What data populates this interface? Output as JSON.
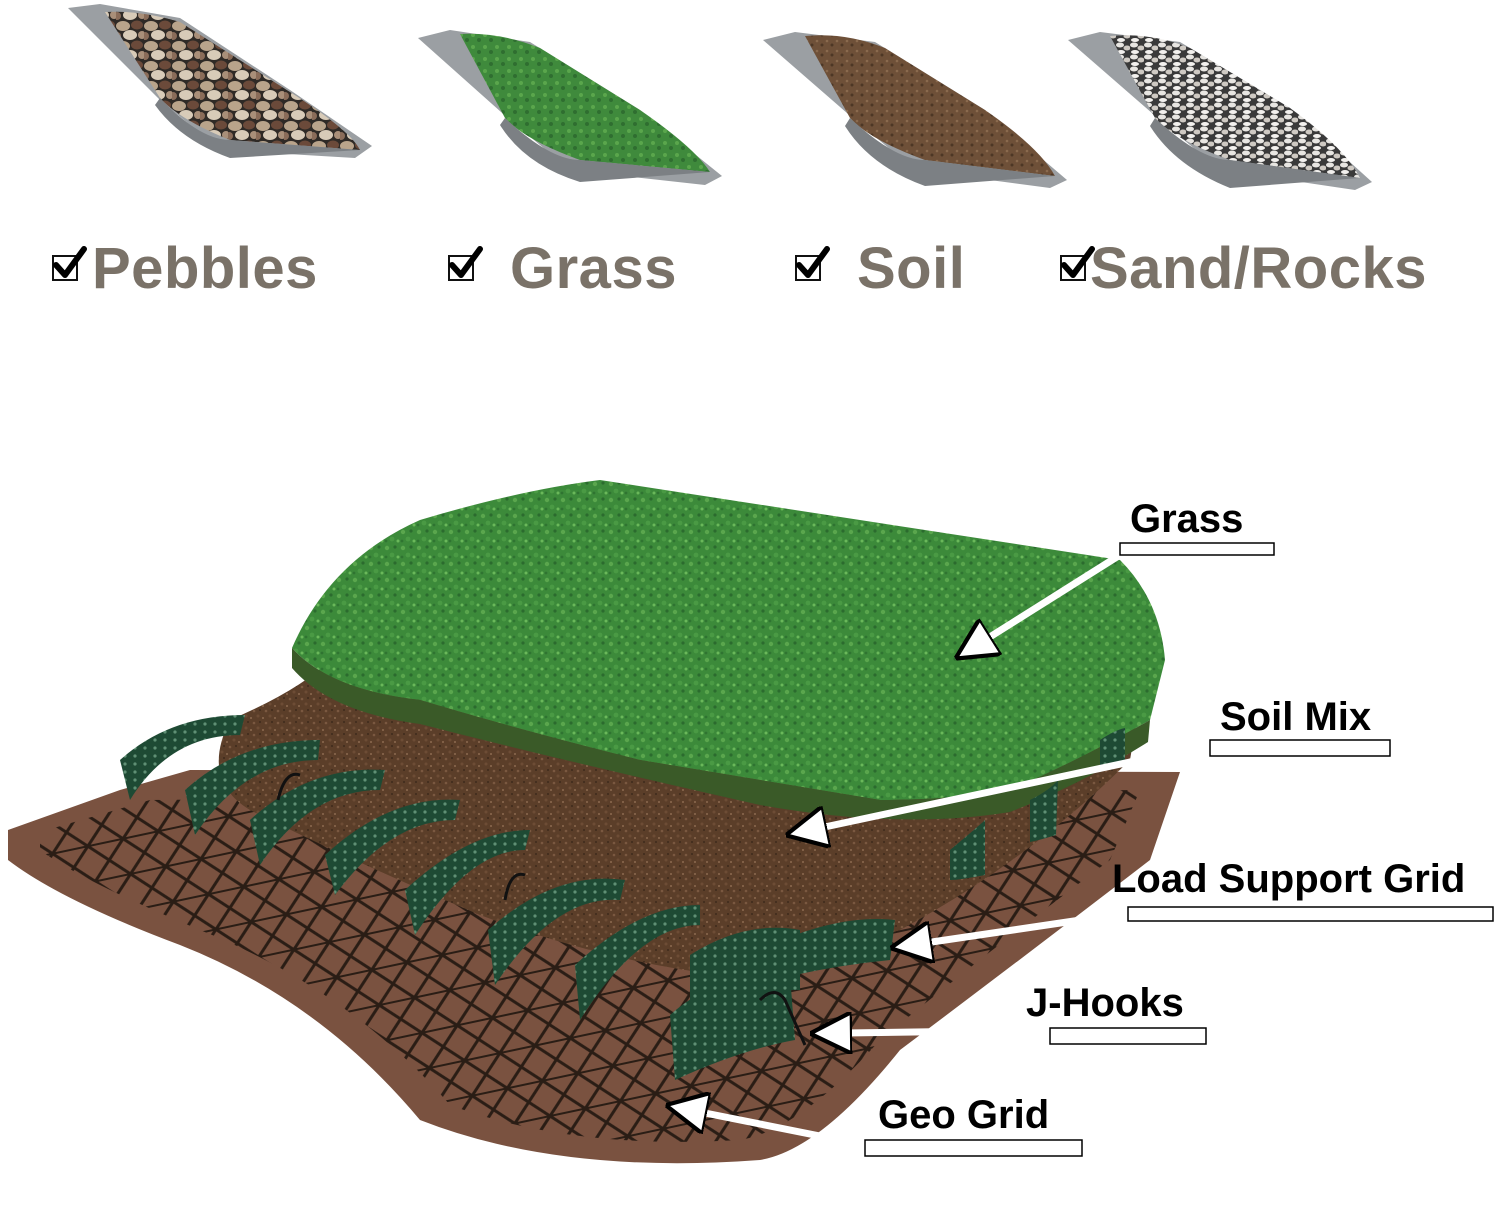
{
  "fill_options": [
    {
      "label": "Pebbles",
      "icon": "checkbox-checked-icon",
      "texture": "pebbles"
    },
    {
      "label": "Grass",
      "icon": "checkbox-checked-icon",
      "texture": "grass"
    },
    {
      "label": "Soil",
      "icon": "checkbox-checked-icon",
      "texture": "soil"
    },
    {
      "label": "Sand/Rocks",
      "icon": "checkbox-checked-icon",
      "texture": "sand-rocks"
    }
  ],
  "callouts": {
    "grass": "Grass",
    "soil_mix": "Soil Mix",
    "load_support_grid": "Load Support Grid",
    "j_hooks": "J-Hooks",
    "geo_grid": "Geo Grid"
  },
  "colors": {
    "label_gray": "#7a7268",
    "grass_green": "#3f8a3c",
    "soil_brown": "#5a3d27",
    "base_brown": "#7a5240",
    "cell_green": "#1e4a34",
    "grid_dark": "#2a1d15"
  }
}
